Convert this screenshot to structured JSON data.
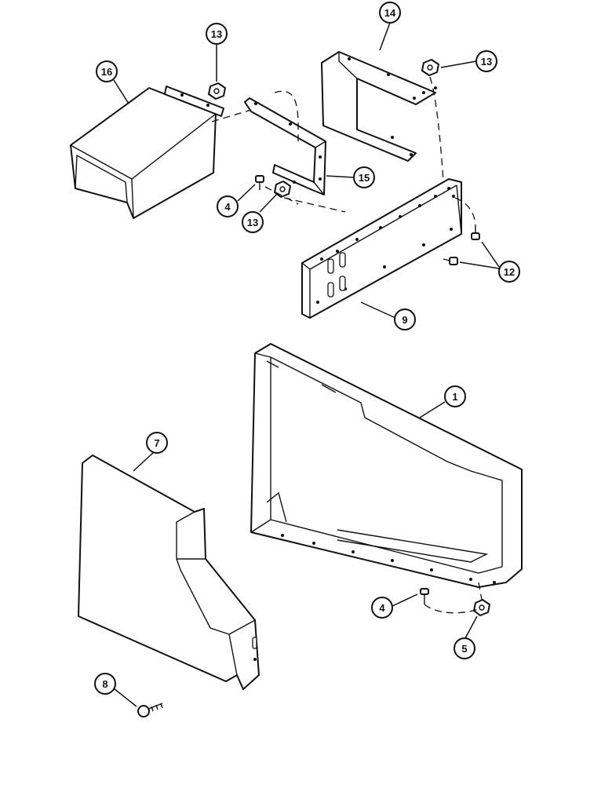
{
  "callouts": [
    {
      "id": "c13a",
      "label": "13"
    },
    {
      "id": "c14",
      "label": "14"
    },
    {
      "id": "c16",
      "label": "16"
    },
    {
      "id": "c13b",
      "label": "13"
    },
    {
      "id": "c15",
      "label": "15"
    },
    {
      "id": "c4a",
      "label": "4"
    },
    {
      "id": "c13c",
      "label": "13"
    },
    {
      "id": "c12",
      "label": "12"
    },
    {
      "id": "c9",
      "label": "9"
    },
    {
      "id": "c1",
      "label": "1"
    },
    {
      "id": "c7",
      "label": "7"
    },
    {
      "id": "c4b",
      "label": "4"
    },
    {
      "id": "c5",
      "label": "5"
    },
    {
      "id": "c8",
      "label": "8"
    }
  ]
}
